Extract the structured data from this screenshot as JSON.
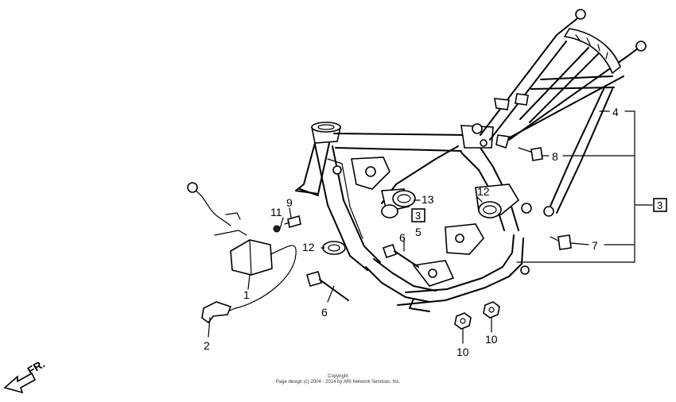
{
  "callouts": {
    "c1": "1",
    "c2": "2",
    "c3a": "3",
    "c3b": "3",
    "c4": "4",
    "c5": "5",
    "c6a": "6",
    "c6b": "6",
    "c7": "7",
    "c8": "8",
    "c9": "9",
    "c10a": "10",
    "c10b": "10",
    "c11": "11",
    "c12a": "12",
    "c12b": "12",
    "c13": "13"
  },
  "direction_label": "FR.",
  "footer": {
    "line1": "Copyright",
    "line2": "Page design (c) 2004 - 2014 by ARI Network Services, Inc."
  }
}
